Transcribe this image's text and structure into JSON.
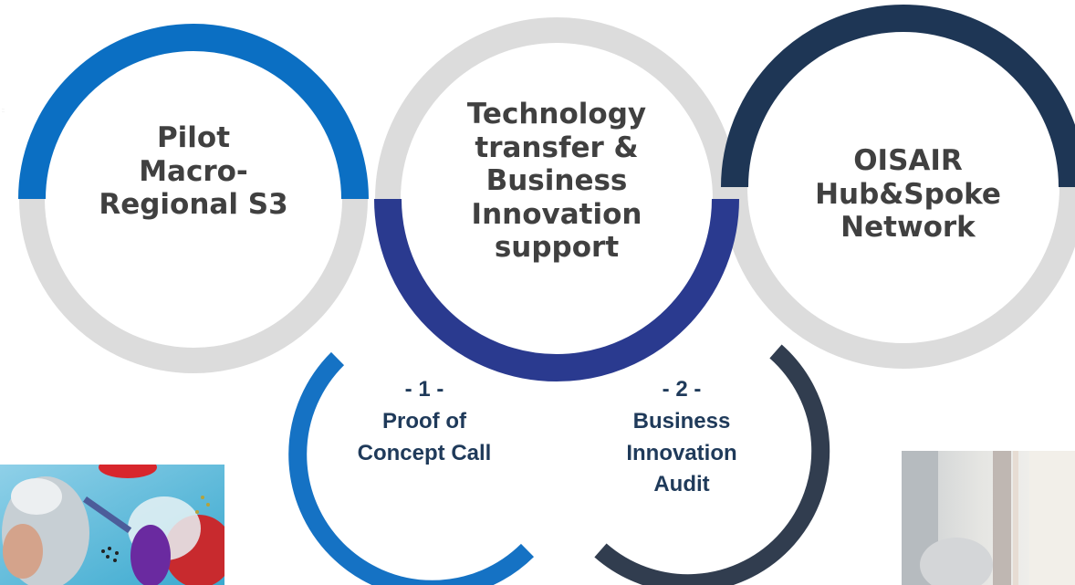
{
  "circles": [
    {
      "lines": [
        "Pilot",
        "Macro-",
        "Regional S3"
      ],
      "color": "#0b6fc3"
    },
    {
      "lines": [
        "Technology",
        "transfer &",
        "Business",
        "Innovation",
        "support"
      ],
      "color": "#2a3a8f"
    },
    {
      "lines": [
        "OISAIR",
        "Hub&Spoke",
        "Network"
      ],
      "color": "#1e3655"
    }
  ],
  "subcircles": [
    {
      "lines": [
        "- 1 -",
        "Proof of",
        "Concept Call"
      ],
      "color": "#1572c4"
    },
    {
      "lines": [
        "- 2 -",
        "Business",
        "Innovation",
        "Audit"
      ],
      "color": "#313d4f"
    }
  ],
  "ring_grey": "#dcdcdc",
  "tiny_text": [
    "…",
    "…"
  ]
}
